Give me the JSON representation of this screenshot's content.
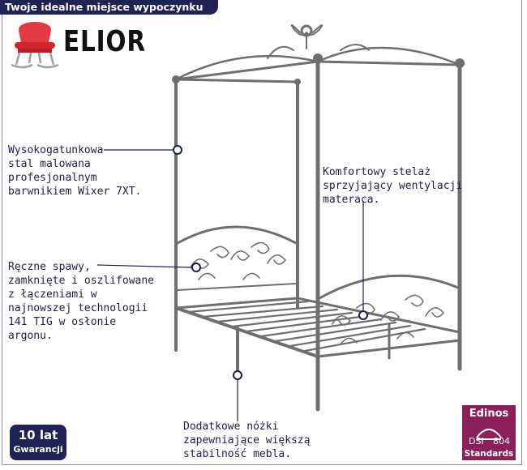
{
  "header": {
    "tagline": "Twoje idealne miejsce wypoczynku"
  },
  "brand": {
    "name": "ELIOR",
    "logo_icon": "red-armchair-icon"
  },
  "callouts": {
    "steel": "Wysokogatunkowa\nstal malowana\nprofesjonalnym\nbarwnikiem Wixer 7XT.",
    "frame": "Komfortowy stelaż\nsprzyjający wentylacji\nmateraca.",
    "welds": "Ręczne spawy,\nzamknięte i oszlifowane\nz łączeniami w\nnajnowszej technologii\n141 TIG w osłonie\nargonu.",
    "legs": "Dodatkowe nóżki\nzapewniające większą\nstabilność mebla."
  },
  "warranty": {
    "line1": "10 lat",
    "line2": "Gwarancji"
  },
  "certificate": {
    "line1": "Edinos",
    "dsi": "DSI",
    "code": "804",
    "line3": "Standards"
  },
  "colors": {
    "navy": "#1f2354",
    "frame_metal": "#6e6e70",
    "badge": "#8a1f5a",
    "accent_red": "#d8323a"
  }
}
